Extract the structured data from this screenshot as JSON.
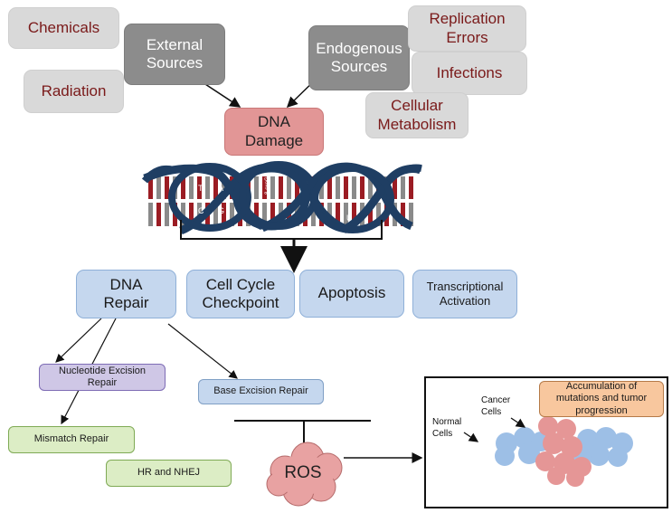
{
  "sources": {
    "chemicals": "Chemicals",
    "radiation": "Radiation",
    "external": "External\nSources",
    "endogenous": "Endogenous\nSources",
    "replication": "Replication\nErrors",
    "infections": "Infections",
    "metabolism": "Cellular\nMetabolism"
  },
  "dna_damage": "DNA\nDamage",
  "helix_letters": [
    "T",
    "A",
    "C",
    "G",
    "U",
    "8-oxoG"
  ],
  "responses": {
    "repair": "DNA\nRepair",
    "checkpoint": "Cell Cycle\nCheckpoint",
    "apoptosis": "Apoptosis",
    "transcription": "Transcriptional\nActivation"
  },
  "repair_pathways": {
    "ner": "Nucleotide Excision\nRepair",
    "ber": "Base Excision Repair",
    "mmr": "Mismatch Repair",
    "hr": "HR and NHEJ"
  },
  "ros": "ROS",
  "inset": {
    "accumulation": "Accumulation of\nmutations and tumor\nprogression",
    "cancer_cells": "Cancer\nCells",
    "normal_cells": "Normal\nCells"
  },
  "colors": {
    "helix_blue": "#1f3e63",
    "rung_red": "#9b1c23",
    "rung_grey": "#8a8a8a",
    "normal_cell": "#9dbfe6",
    "cancer_cell": "#e59696"
  }
}
